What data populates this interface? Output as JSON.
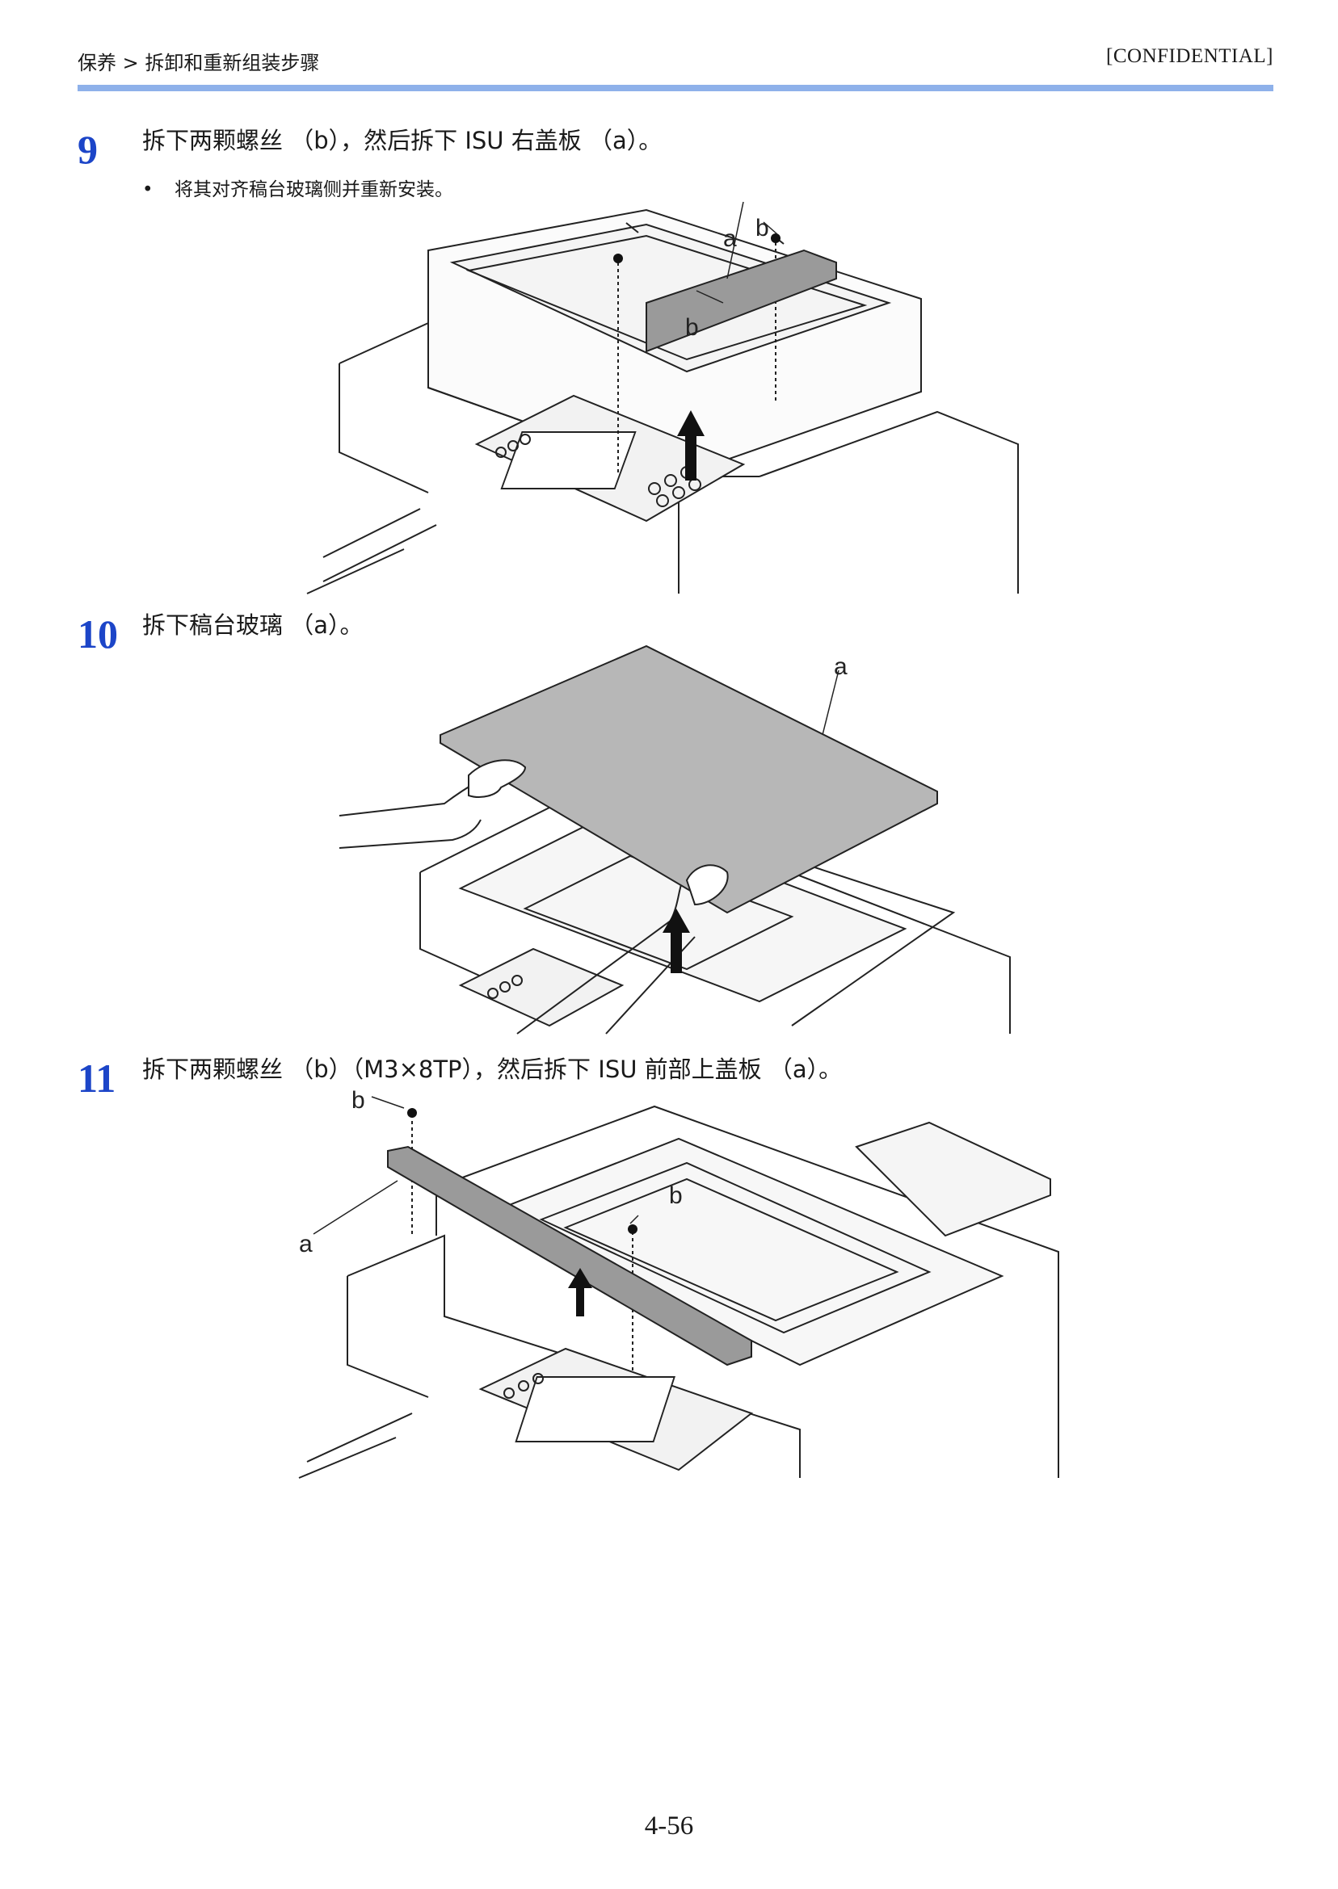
{
  "header": {
    "breadcrumb": "保养 > 拆卸和重新组装步骤",
    "label": "[CONFIDENTIAL]"
  },
  "steps": [
    {
      "number": "9",
      "text": "拆下两颗螺丝 （b），然后拆下 ISU 右盖板 （a）。",
      "bullet": "将其对齐稿台玻璃侧并重新安装。",
      "callouts": [
        "a",
        "b",
        "b"
      ]
    },
    {
      "number": "10",
      "text": "拆下稿台玻璃 （a）。",
      "callouts": [
        "a"
      ]
    },
    {
      "number": "11",
      "text": "拆下两颗螺丝 （b）（M3×8TP），然后拆下 ISU 前部上盖板 （a）。",
      "callouts": [
        "b",
        "b",
        "a"
      ]
    }
  ],
  "footer": {
    "page_number": "4-56"
  },
  "colors": {
    "accent_rule": "#8eb1ea",
    "step_number": "#1c45c8",
    "part_fill": "#9a9a9a"
  }
}
